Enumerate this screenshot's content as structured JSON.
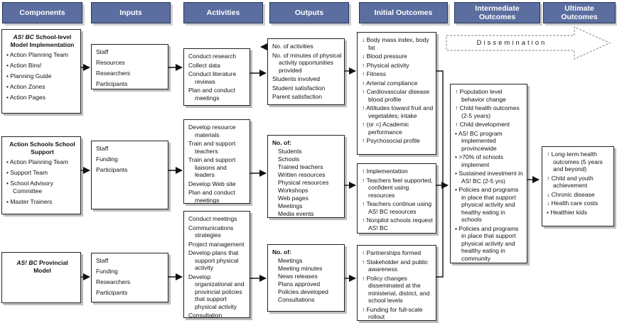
{
  "colors": {
    "header_fill": "#5b6e9f",
    "header_border": "#26355b",
    "box_border": "#222222",
    "shadow": "#bdbdbd",
    "shadow_light": "#cfcfcf",
    "arrow": "#111111"
  },
  "headers": [
    "Components",
    "Inputs",
    "Activities",
    "Outputs",
    "Initial Outcomes",
    "Intermediate Outcomes",
    "Ultimate Outcomes"
  ],
  "components": {
    "school_level": {
      "title_italic": "AS! BC",
      "title_rest": "School-level Model Implementation",
      "items": [
        "• Action Planning Team",
        "• Action Bins!",
        "• Planning Guide",
        "• Action Zones",
        "• Action Pages"
      ]
    },
    "school_support": {
      "title": "Action Schools School Support",
      "items": [
        "• Action Planning Team",
        "• Support Team",
        "• School Advisory Committee",
        "• Master Trainers"
      ]
    },
    "provincial": {
      "title_italic": "AS! BC",
      "title_rest": "Provincial Model",
      "items": []
    }
  },
  "inputs": {
    "school_level": {
      "items": [
        "Staff",
        "Resources",
        "Researchers",
        "Participants"
      ]
    },
    "school_support": {
      "items": [
        "Staff",
        "Funding",
        "Participants"
      ]
    },
    "provincial": {
      "items": [
        "Staff",
        "Funding",
        "Researchers",
        "Participants"
      ]
    }
  },
  "activities": {
    "school_level": {
      "items": [
        "Conduct research",
        "Collect data",
        "Conduct literature reviews",
        "Plan and conduct meetings"
      ]
    },
    "school_support": {
      "items": [
        "Develop resource materials",
        "Train and support teachers",
        "Train and support liaisons and leaders",
        "Develop Web site",
        "Plan and conduct meetings"
      ]
    },
    "provincial": {
      "items": [
        "Conduct meetings",
        "Communications strategies",
        "Project management",
        "Develop plans that support physical activity",
        "Develop organizational and provincial policies that support physical activity",
        "Consultation"
      ]
    }
  },
  "outputs": {
    "school_level": {
      "items": [
        "No. of activities",
        "No. of minutes of physical activity opportunities provided",
        "Students involved",
        "Student satisfaction",
        "Parent satisfaction"
      ]
    },
    "school_support": {
      "list_title": "No. of:",
      "items": [
        "Students",
        "Schools",
        "Trained teachers",
        "Written resources",
        "Physical resources",
        "Workshops",
        "Web pages",
        "Meetings",
        "Media events"
      ]
    },
    "provincial": {
      "list_title": "No. of:",
      "items": [
        "Meetings",
        "Meeting minutes",
        "News releases",
        "Plans approved",
        "Policies developed",
        "Consultations"
      ]
    }
  },
  "initial_outcomes": {
    "health": {
      "items": [
        "↓ Body mass index, body fat",
        "↓ Blood pressure",
        "↑ Physical activity",
        "↑ Fitness",
        "↑ Arterial compliance",
        "↑ Cardiovascular disease blood profile",
        "↑ Attitudes toward fruit and vegetables; intake",
        "↑ (or =) Academic performance",
        "↑ Psychosocial profile"
      ]
    },
    "school": {
      "items": [
        "↑ Implementation",
        "↑ Teachers feel supported, confident using resources",
        "↑ Teachers continue using AS! BC resources",
        "↑ Nonpilot schools request AS! BC"
      ]
    },
    "policy": {
      "items": [
        "↑ Partnerships formed",
        "↑ Stakeholder and public awareness",
        "↑ Policy changes disseminated at the ministerial, district, and school levels",
        "↑ Funding for full-scale rollout"
      ]
    }
  },
  "intermediate_outcomes": {
    "items": [
      "↑ Population level behavior change",
      "↑ Child health outcomes (2-5 years)",
      "↑ Child development",
      "• AS! BC program implemented provincewide",
      "• >70% of schools implement",
      "• Sustained investment in AS! BC (2-5 yrs)",
      "• Policies and programs in place that support physical activity and healthy eating in schools",
      "• Policies and programs in place that support physical activity and healthy eating in community"
    ]
  },
  "ultimate_outcomes": {
    "items": [
      "↑ Long-term health outcomes (5 years and beyond)",
      "↑ Child and youth achievement",
      "↓ Chronic disease",
      "↓ Health care costs",
      "• Healthier kids"
    ]
  },
  "dissemination": {
    "label": "Dissemination"
  }
}
